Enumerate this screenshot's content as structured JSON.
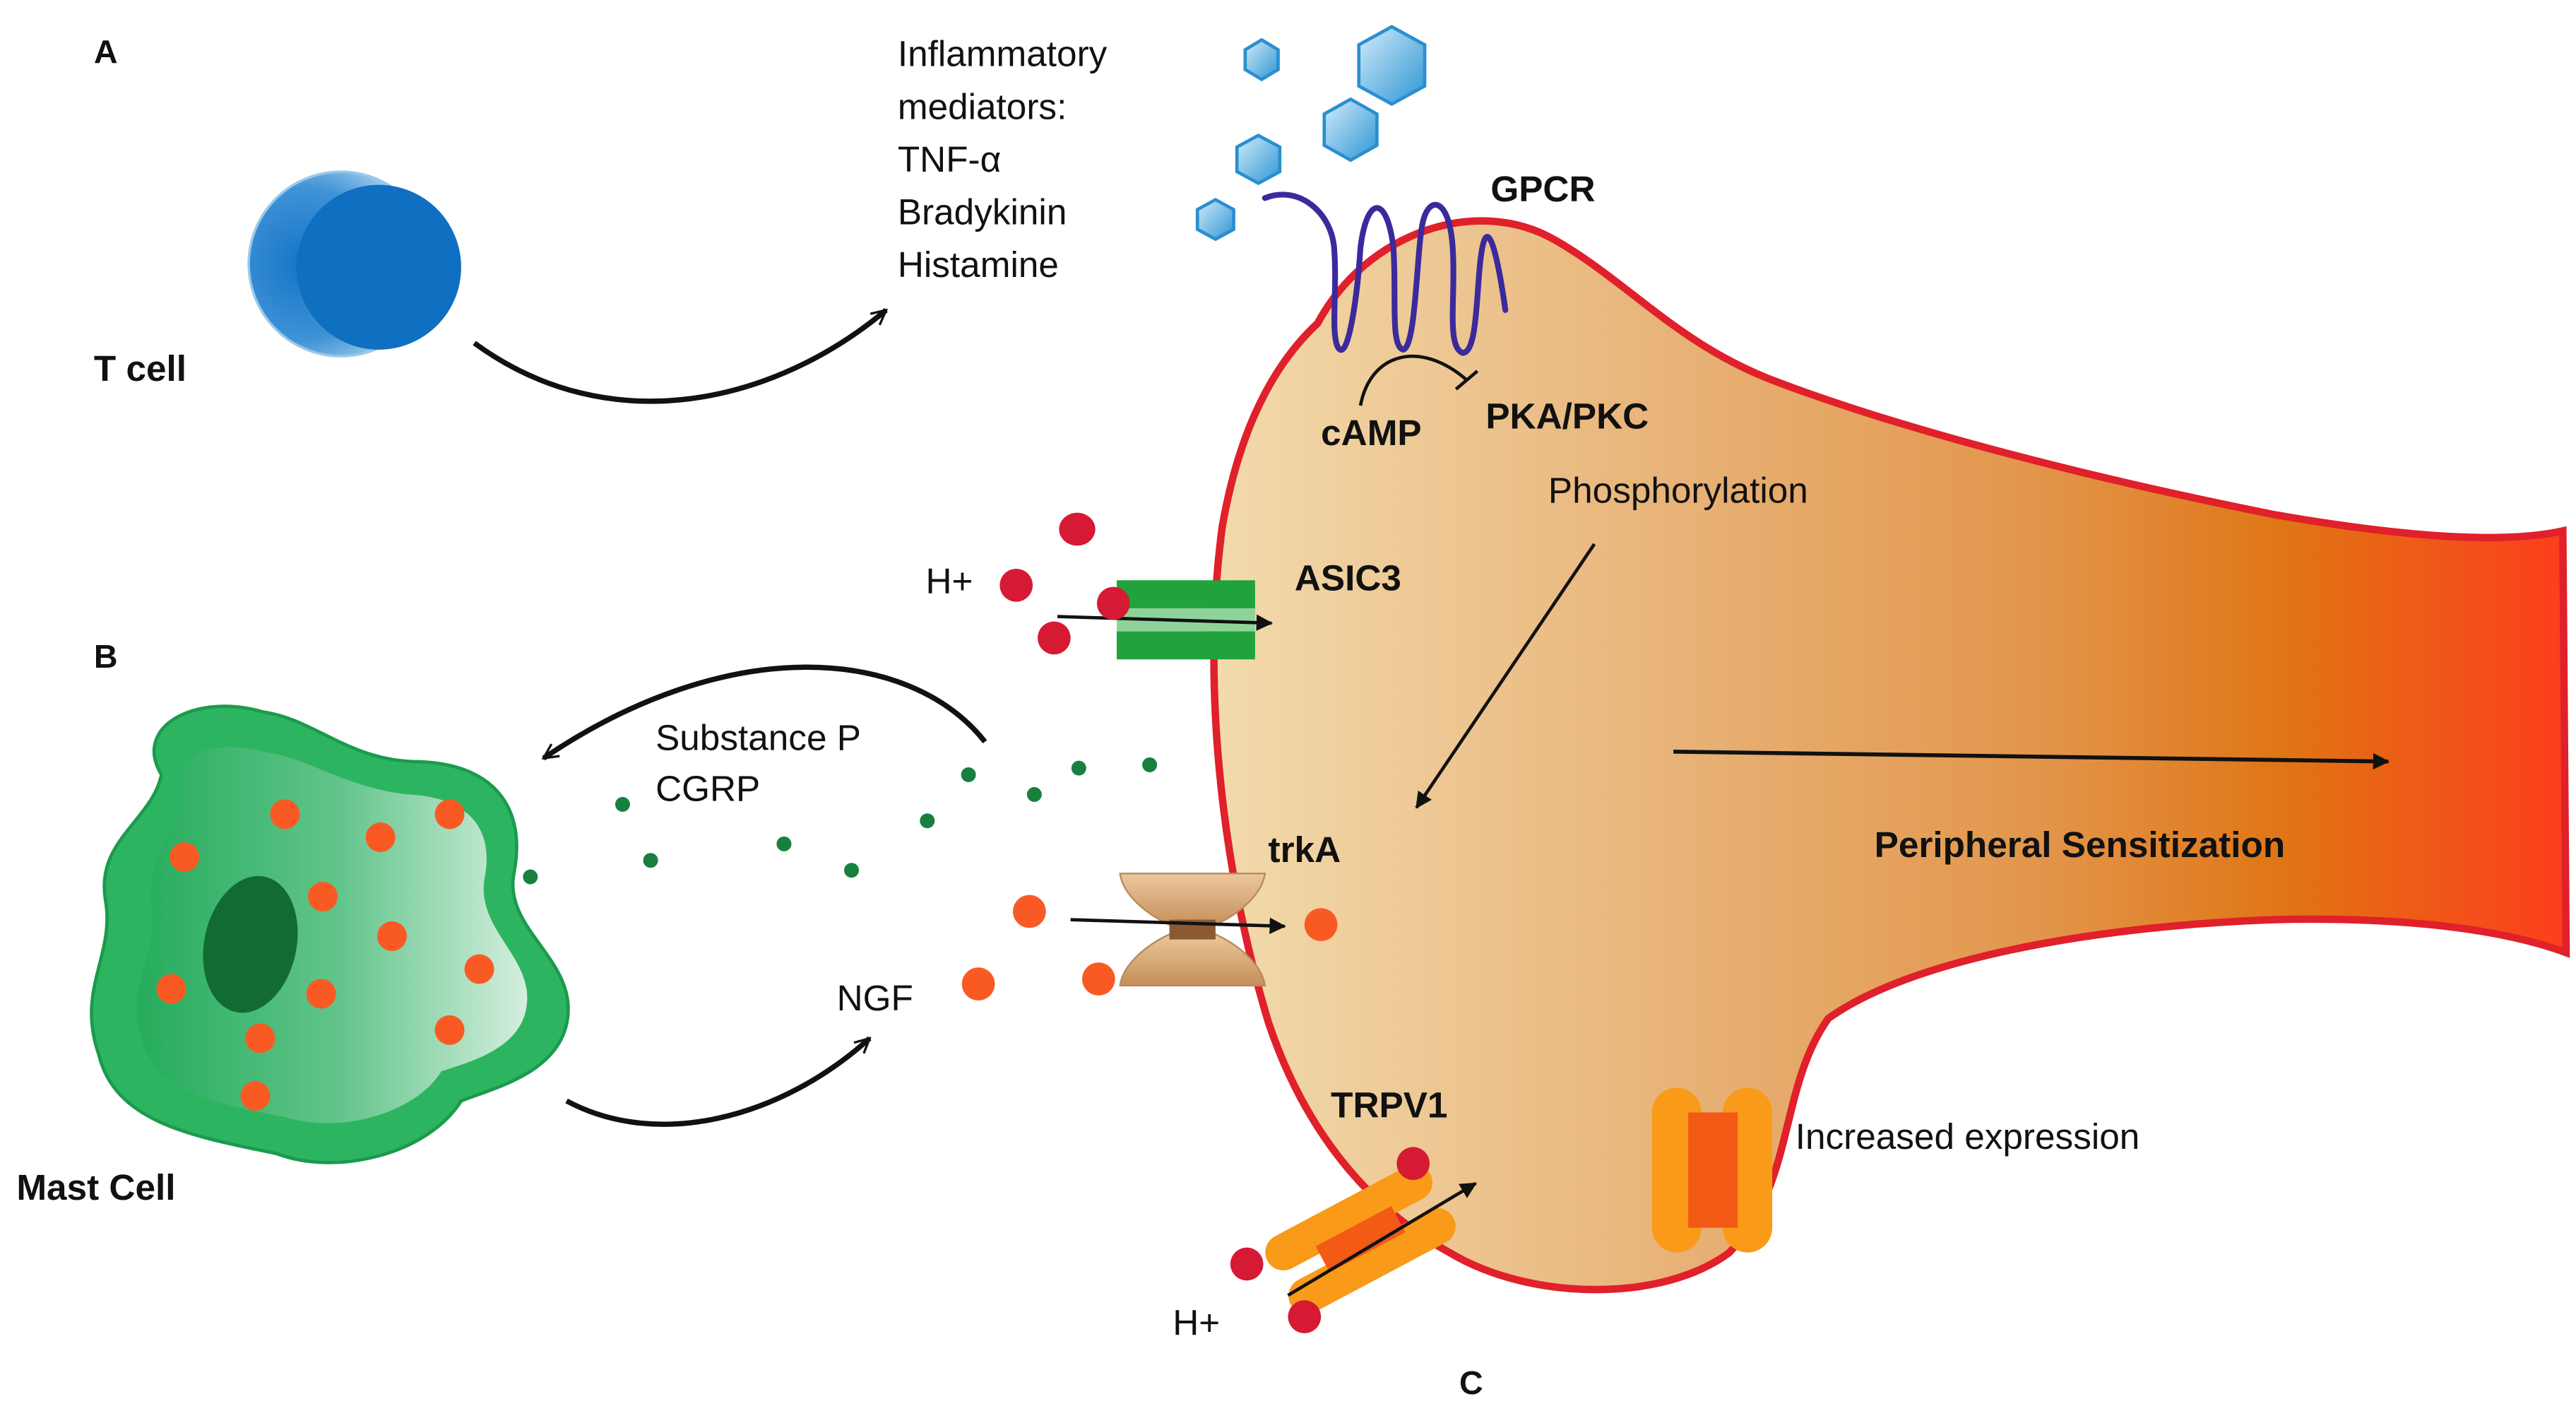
{
  "panels": {
    "a": "A",
    "b": "B",
    "c": "C"
  },
  "cells": {
    "t_cell": "T cell",
    "mast_cell": "Mast Cell"
  },
  "mediators": {
    "lines": [
      "Inflammatory",
      "mediators:",
      "TNF-α",
      "Bradykinin",
      "Histamine"
    ]
  },
  "receptors": {
    "gpcr": "GPCR",
    "asic3": "ASIC3",
    "trka": "trkA",
    "trpv1": "TRPV1"
  },
  "signaling": {
    "camp": "cAMP",
    "pka_pkc": "PKA/PKC",
    "phosphorylation": "Phosphorylation"
  },
  "ions": {
    "h_plus_top": "H+",
    "h_plus_bottom": "H+"
  },
  "neuropeptides": {
    "substance_p": "Substance P",
    "cgrp": "CGRP",
    "ngf": "NGF"
  },
  "outcomes": {
    "peripheral_sensitization": "Peripheral Sensitization",
    "increased_expression": "Increased expression"
  },
  "colors": {
    "membrane": "#e0202a",
    "neuron_light": "#f3ddb0",
    "neuron_mid": "#e2a060",
    "neuron_dark": "#e07414",
    "neuron_end": "#fe3c1c",
    "mast_green": "#1faa5a",
    "t_cell_blue": "#0f6fc0",
    "granule_orange": "#f95a24",
    "proton_red": "#d61a33",
    "channel_orange": "#f99a18",
    "asic_green": "#1fa33a",
    "trka_tan": "#d9aa78",
    "gpcr_purple": "#3b2a9b",
    "mediator_blue": "#2a8fd0"
  }
}
